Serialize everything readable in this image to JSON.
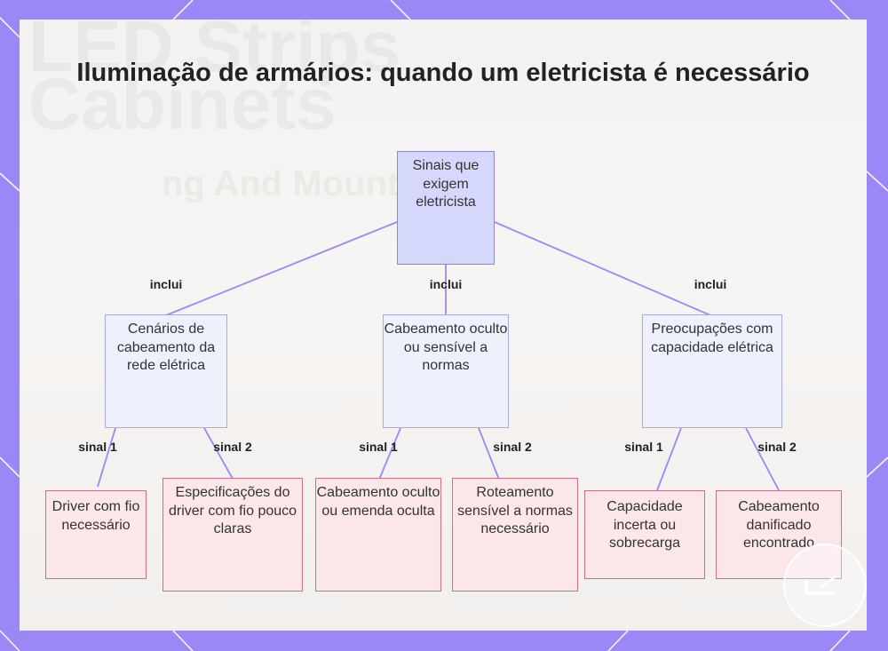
{
  "title": "Iluminação de armários: quando um eletricista é necessário",
  "background_text": [
    "LED Strips",
    "Cabinets",
    "ng And Mounting"
  ],
  "colors": {
    "frame": "#9b87f5",
    "root_fill": "#d5d8fb",
    "mid_fill": "#eef0fb",
    "leaf_fill": "#fbe6ea",
    "leaf_border": "#cf6f80",
    "connector": "#9b87f5"
  },
  "nodes": {
    "root": "Sinais que exigem eletricista",
    "mid": [
      "Cenários de cabeamento da rede elétrica",
      "Cabeamento oculto ou sensível a normas",
      "Preocupações com capacidade elétrica"
    ],
    "leaves": [
      "Driver com fio necessário",
      "Especificações do driver com fio pouco claras",
      "Cabeamento oculto ou emenda oculta",
      "Roteamento sensível a normas necessário",
      "Capacidade incerta ou sobrecarga",
      "Cabeamento danificado encontrado"
    ]
  },
  "edge_labels": {
    "root_to_mid": [
      "inclui",
      "inclui",
      "inclui"
    ],
    "mid_to_leaf": [
      "sinal 1",
      "sinal 2",
      "sinal 1",
      "sinal 2",
      "sinal 1",
      "sinal 2"
    ]
  },
  "watermark_icon": "logo-badge-icon"
}
